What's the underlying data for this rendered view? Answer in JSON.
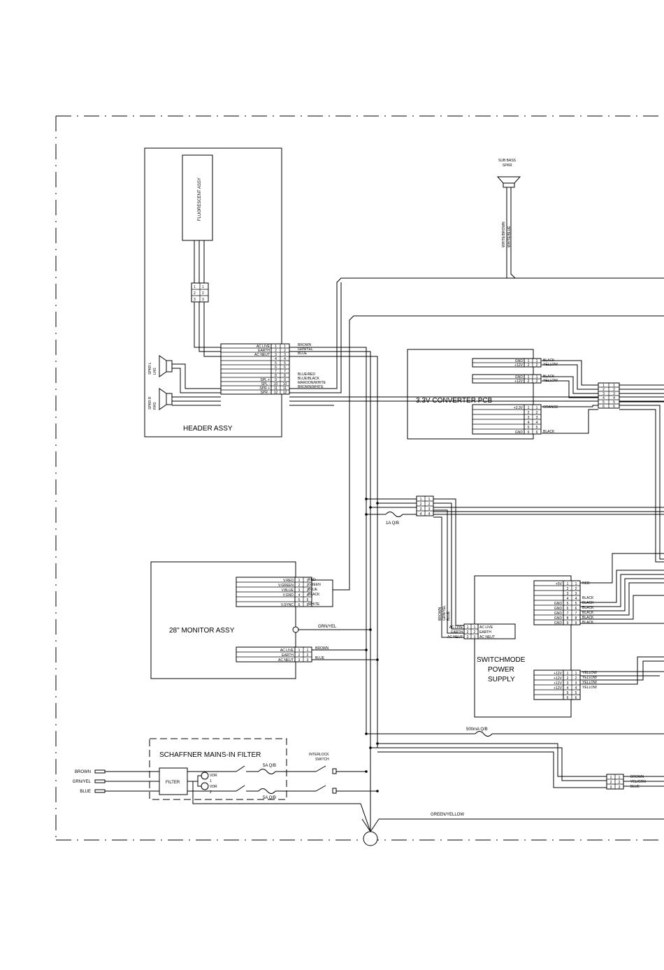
{
  "header_assy": {
    "title": "HEADER ASSY",
    "fluorescent": "FLUORESCENT ASSY",
    "inline_pins": [
      "1",
      "2",
      "3"
    ],
    "spkr_l": "SPKR L",
    "spkr_l_sub": "LHS",
    "spkr_r": "SPKR R",
    "spkr_r_sub": "RHS",
    "pins": [
      {
        "label": "AC LIVE",
        "a": "1",
        "b": "1",
        "wire": "BROWN"
      },
      {
        "label": "EARTH",
        "a": "2",
        "b": "2",
        "wire": "GRN/YEL"
      },
      {
        "label": "AC NEUT",
        "a": "3",
        "b": "3",
        "wire": "BLUE"
      },
      {
        "label": "",
        "a": "4",
        "b": "4",
        "wire": ""
      },
      {
        "label": "",
        "a": "5",
        "b": "5",
        "wire": ""
      },
      {
        "label": "",
        "a": "6",
        "b": "6",
        "wire": ""
      },
      {
        "label": "",
        "a": "7",
        "b": "7",
        "wire": ""
      },
      {
        "label": "",
        "a": "8",
        "b": "8",
        "wire": "BLUE/RED"
      },
      {
        "label": "SPL +",
        "a": "9",
        "b": "9",
        "wire": "BLUE/BLACK"
      },
      {
        "label": "SPL -",
        "a": "10",
        "b": "10",
        "wire": "MAROON/WHITE"
      },
      {
        "label": "SPR +",
        "a": "11",
        "b": "11",
        "wire": "BROWN/WHITE"
      },
      {
        "label": "SPR -",
        "a": "12",
        "b": "12",
        "wire": ""
      }
    ]
  },
  "sub_bass": {
    "label1": "SUB BASS",
    "label2": "SPKR",
    "wire1": "WHITE/BROWN",
    "wire2": "WHITE/BLUE"
  },
  "converter": {
    "title": "3.3V CONVERTER PCB",
    "top": [
      {
        "label": "GND",
        "a": "1",
        "b": "1",
        "wire": "BLACK"
      },
      {
        "label": "+12V",
        "a": "2",
        "b": "2",
        "wire": "YELLOW"
      }
    ],
    "mid": [
      {
        "label": "GND",
        "a": "1",
        "b": "1",
        "wire": "BLACK"
      },
      {
        "label": "+12V",
        "a": "2",
        "b": "2",
        "wire": "YELLOW"
      }
    ],
    "bottom": [
      {
        "label": "+3.3V",
        "a": "1",
        "b": "1",
        "wire": "ORANGE"
      },
      {
        "label": "",
        "a": "2",
        "b": "2",
        "wire": ""
      },
      {
        "label": "",
        "a": "3",
        "b": "3",
        "wire": ""
      },
      {
        "label": "",
        "a": "4",
        "b": "4",
        "wire": ""
      },
      {
        "label": "",
        "a": "5",
        "b": "5",
        "wire": ""
      },
      {
        "label": "GND",
        "a": "6",
        "b": "6",
        "wire": "BLACK"
      }
    ],
    "right_conn": [
      "1",
      "2",
      "3",
      "4",
      "5",
      "6"
    ]
  },
  "fuse_1a": {
    "label": "1A Q/B",
    "pins": [
      "1",
      "2",
      "3",
      "4"
    ]
  },
  "monitor": {
    "title": "28\" MONITOR ASSY",
    "signals": [
      {
        "label": "V.RED",
        "a": "1",
        "b": "1",
        "wire": "RED"
      },
      {
        "label": "V.GREEN",
        "a": "2",
        "b": "2",
        "wire": "GREEN"
      },
      {
        "label": "V.BLUE",
        "a": "3",
        "b": "3",
        "wire": "BLUE"
      },
      {
        "label": "V.GND",
        "a": "4",
        "b": "4",
        "wire": "BLACK"
      },
      {
        "label": "",
        "a": "5",
        "b": "5",
        "wire": ""
      },
      {
        "label": "V.SYNC",
        "a": "6",
        "b": "6",
        "wire": "WHITE"
      }
    ],
    "earth_wire": "GRN/YEL",
    "power": [
      {
        "label": "AC LIVE",
        "a": "1",
        "b": "1",
        "wire": "BROWN"
      },
      {
        "label": "EARTH",
        "a": "2",
        "b": "2",
        "wire": ""
      },
      {
        "label": "AC NEUT",
        "a": "3",
        "b": "3",
        "wire": "BLUE"
      }
    ]
  },
  "psu": {
    "title1": "SWITCHMODE",
    "title2": "POWER",
    "title3": "SUPPLY",
    "input_wires": [
      "BROWN",
      "GRN/YEL",
      "BLUE"
    ],
    "input": [
      {
        "label": "AC LIVE",
        "a": "1",
        "b": "1"
      },
      {
        "label": "EARTH",
        "a": "2",
        "b": "2"
      },
      {
        "label": "AC NEUT",
        "a": "3",
        "b": "3"
      }
    ],
    "out_top": [
      {
        "label": "+5V",
        "a": "1",
        "b": "1",
        "wire": "RED"
      },
      {
        "label": "",
        "a": "2",
        "b": "2",
        "wire": ""
      },
      {
        "label": "",
        "a": "3",
        "b": "3",
        "wire": ""
      },
      {
        "label": "",
        "a": "4",
        "b": "4",
        "wire": "BLACK"
      },
      {
        "label": "GND",
        "a": "5",
        "b": "5",
        "wire": "BLACK"
      },
      {
        "label": "GND",
        "a": "6",
        "b": "6",
        "wire": "BLACK"
      },
      {
        "label": "GND",
        "a": "7",
        "b": "7",
        "wire": "BLACK"
      },
      {
        "label": "GND",
        "a": "8",
        "b": "8",
        "wire": "BLACK"
      },
      {
        "label": "GND",
        "a": "9",
        "b": "9",
        "wire": "BLACK"
      }
    ],
    "out_bottom": [
      {
        "label": "+12V",
        "a": "1",
        "b": "1",
        "wire": "YELLOW"
      },
      {
        "label": "+12V",
        "a": "2",
        "b": "2",
        "wire": "YELLOW"
      },
      {
        "label": "+12V",
        "a": "3",
        "b": "3",
        "wire": "YELLOW"
      },
      {
        "label": "+12V",
        "a": "4",
        "b": "4",
        "wire": "YELLOW"
      },
      {
        "label": "",
        "a": "5",
        "b": "5",
        "wire": ""
      },
      {
        "label": "",
        "a": "6",
        "b": "6",
        "wire": ""
      }
    ]
  },
  "fuse_500": {
    "label": "500mA Q/B"
  },
  "schaffner": {
    "title": "SCHAFFNER MAINS-IN FILTER",
    "filter": "FILTER",
    "vdr": "VDR",
    "vdr1": "1",
    "vdr2": "2",
    "fuse_top": "5A Q/B",
    "fuse_bot": "5A Q/B",
    "interlock1": "INTERLOCK",
    "interlock2": "SWITCH",
    "inputs": [
      "BROWN",
      "GRN/YEL",
      "BLUE"
    ]
  },
  "bottom_conn": {
    "pins": [
      {
        "a": "1",
        "b": "1",
        "wire": "BROWN"
      },
      {
        "a": "2",
        "b": "2",
        "wire": "YEL/GRN"
      },
      {
        "a": "3",
        "b": "3",
        "wire": "BLUE"
      }
    ]
  },
  "earth_bus": {
    "wire": "GREEN/YELLOW"
  }
}
